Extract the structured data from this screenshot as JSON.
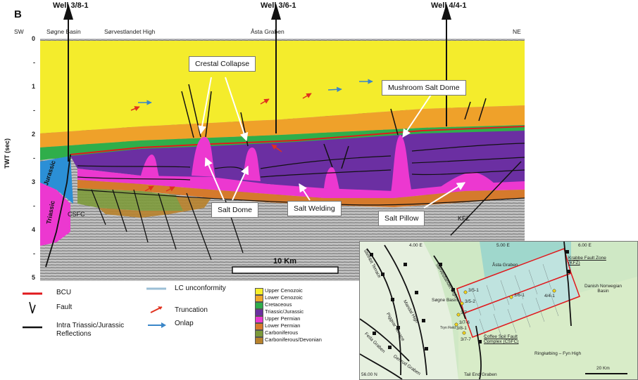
{
  "panel_label": "B",
  "wells": [
    {
      "name": "Well 3/8-1"
    },
    {
      "name": "Well 3/6-1"
    },
    {
      "name": "Well 4/4-1"
    }
  ],
  "section": {
    "sw_label": "SW",
    "ne_label": "NE",
    "location_labels": [
      "Søgne Basin",
      "Sørvestlandet High",
      "Åsta Graben"
    ],
    "y_axis_label": "TWT (sec)",
    "y_ticks": [
      "0",
      "-",
      "1",
      "-",
      "2",
      "-",
      "3",
      "-",
      "4",
      "-",
      "5"
    ],
    "scale_bar_label": "10 Km",
    "rotated_labels": [
      "Jurassic",
      "Triassic"
    ],
    "fault_labels": [
      "CSFC",
      "KFZ"
    ]
  },
  "callouts": {
    "crestal_collapse": "Crestal Collapse",
    "mushroom_salt_dome": "Mushroom Salt Dome",
    "salt_dome": "Salt Dome",
    "salt_welding": "Salt Welding",
    "salt_pillow": "Salt Pillow"
  },
  "legend": {
    "lines": [
      {
        "label": "BCU",
        "color": "#e0191d"
      },
      {
        "label": "Fault",
        "color": "#111111"
      },
      {
        "label": "Intra Triassic/Jurassic Reflections",
        "color": "#111111"
      },
      {
        "label": "LC unconformity",
        "color": "#9bbfd6"
      },
      {
        "label": "Truncation",
        "color": "#e0301d"
      },
      {
        "label": "Onlap",
        "color": "#3a86c8"
      }
    ],
    "units": [
      {
        "label": "Upper Cenozoic",
        "color": "#f7f02a"
      },
      {
        "label": "Lower Cenozoic",
        "color": "#f0a72a"
      },
      {
        "label": "Cretaceous",
        "color": "#2fad4b"
      },
      {
        "label": "Triassic/Jurassic",
        "color": "#6a2fa0"
      },
      {
        "label": "Upper Permian",
        "color": "#ec38d0"
      },
      {
        "label": "Lower Permian",
        "color": "#d87a2a"
      },
      {
        "label": "Carboniferous",
        "color": "#7b9a3a"
      },
      {
        "label": "Carboniferous/Devonian",
        "color": "#b8822c"
      }
    ]
  },
  "inset_map": {
    "lon_labels": [
      "4.00 E",
      "5.00 E",
      "6.00 E"
    ],
    "lat_label": "56.00 N",
    "structures": [
      "Sørvestlandet High",
      "Åsta Graben",
      "Krabbe Fault Zone (KFZ)",
      "Danish Norwegian Basin",
      "Søgne Basin",
      "Mandal High",
      "Steinbit Terrace",
      "Piggvar Terrace",
      "Feda Graben",
      "Gertrud Graben",
      "Coffee Soil Fault Complex (CSFC)",
      "Ringkøbing – Fyn High",
      "Tail End Graben",
      "Tryn Field"
    ],
    "wells": [
      "3/5-1",
      "3/5-2",
      "3/7",
      "3/7-6",
      "3/7-7",
      "3/8-1",
      "3/6-1",
      "4/4-1"
    ],
    "scale_label": "20 Km"
  }
}
